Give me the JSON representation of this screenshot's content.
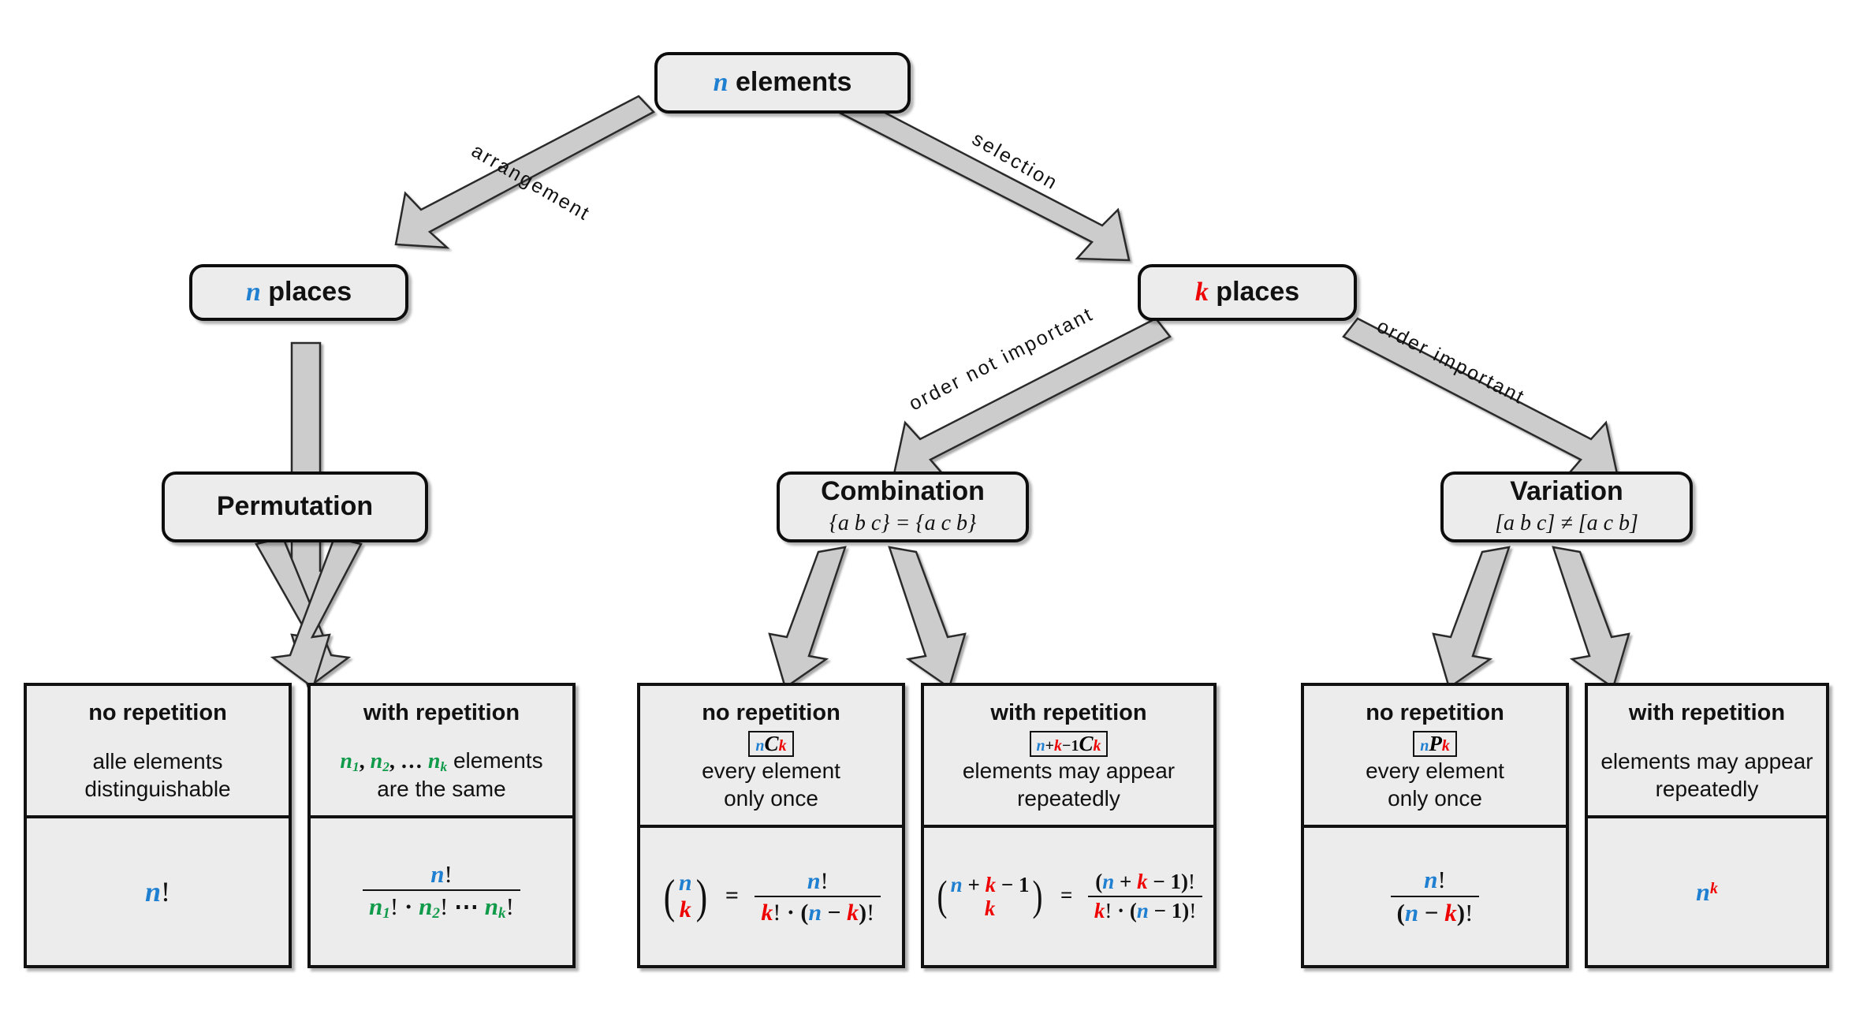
{
  "diagram": {
    "type": "tree",
    "title": "Combinatorics overview",
    "colors": {
      "n": "#1f7fd0",
      "k": "#ef0000",
      "green": "#0f9b4a",
      "box_fill": "#ececec",
      "border": "#111111",
      "arrow_fill": "#cccccc"
    }
  },
  "root": {
    "symbol": "n",
    "label": "elements"
  },
  "edges": {
    "arrangement": "arrangement",
    "selection": "selection",
    "order_not_important": "order not important",
    "order_important": "order important"
  },
  "level2": {
    "left": {
      "symbol": "n",
      "label": "places"
    },
    "right": {
      "symbol": "k",
      "label": "places"
    }
  },
  "level3": {
    "permutation": {
      "title": "Permutation",
      "sub": ""
    },
    "combination": {
      "title": "Combination",
      "sub": "{a b c} = {a c b}"
    },
    "variation": {
      "title": "Variation",
      "sub": "[a b c] ≠ [a c b]"
    }
  },
  "leaves": [
    {
      "header": "no repetition",
      "notation": "",
      "description": "alle elements\ndistinguishable",
      "formula": "n!",
      "group": "permutation"
    },
    {
      "header": "with repetition",
      "notation": "",
      "description": "n₁, n₂, ... nₖ elements\nare the same",
      "formula": "n! / (n₁! · n₂! ⋯ nₖ!)",
      "group": "permutation"
    },
    {
      "header": "no repetition",
      "notation": "nCk",
      "description": "every element\nonly once",
      "formula": "(n over k) = n! / (k! · (n − k)!)",
      "group": "combination"
    },
    {
      "header": "with repetition",
      "notation": "n+k-1Ck",
      "description": "elements may appear\nrepeatedly",
      "formula": "(n + k − 1 over k) = (n + k − 1)! / (k! · (n − 1)!)",
      "group": "combination"
    },
    {
      "header": "no repetition",
      "notation": "nPk",
      "description": "every element\nonly once",
      "formula": "n! / (n − k)!",
      "group": "variation"
    },
    {
      "header": "with repetition",
      "notation": "",
      "description": "elements may appear\nrepeatedly",
      "formula": "n^k",
      "group": "variation"
    }
  ],
  "text": {
    "no_repetition": "no repetition",
    "with_repetition": "with repetition",
    "alle_elements": "alle elements",
    "distinguishable": "distinguishable",
    "are_the_same": "are the same",
    "elements_word": "elements",
    "every_element": "every element",
    "only_once": "only once",
    "elements_may_appear": "elements may appear",
    "repeatedly": "repeatedly"
  }
}
